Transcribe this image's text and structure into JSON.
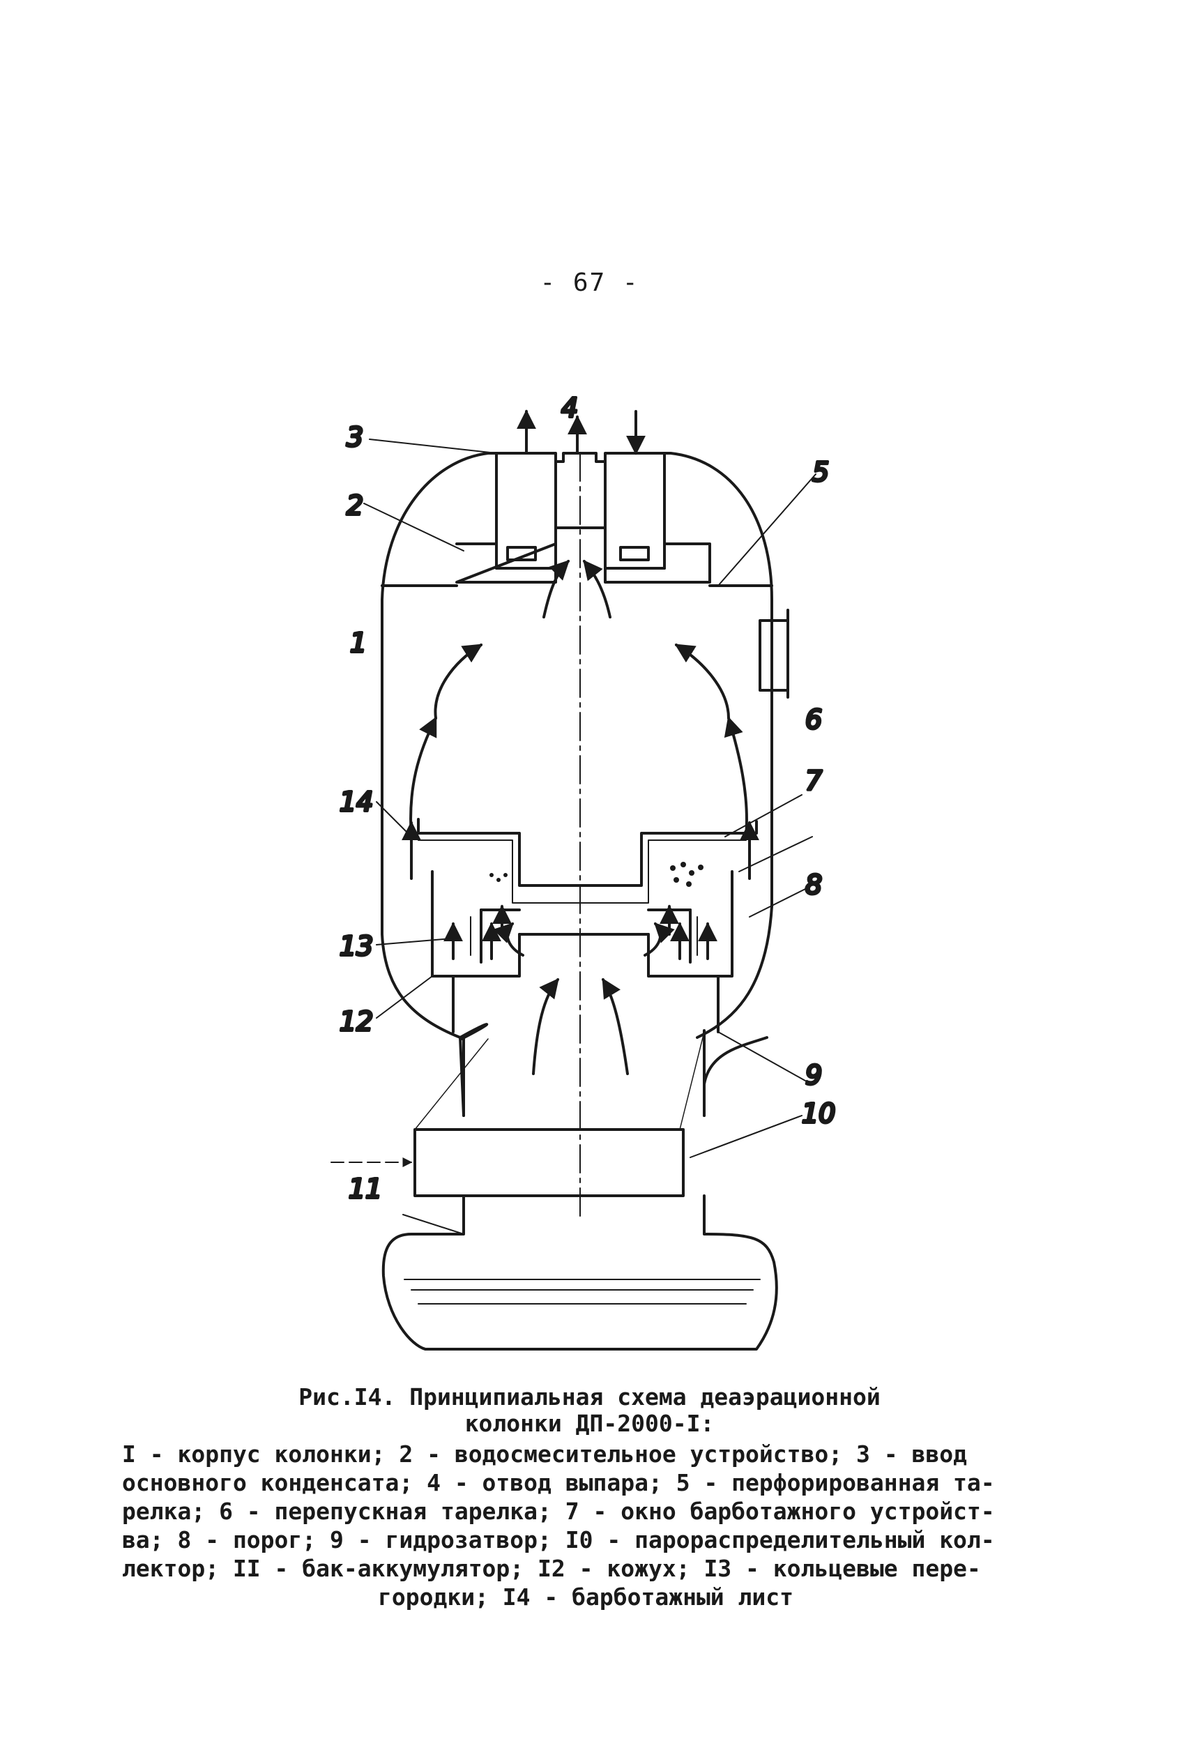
{
  "page_number": "- 67 -",
  "labels": {
    "l1": "1",
    "l2": "2",
    "l3": "3",
    "l4": "4",
    "l5": "5",
    "l6": "6",
    "l7": "7",
    "l8": "8",
    "l9": "9",
    "l10": "10",
    "l11": "11",
    "l12": "12",
    "l13": "13",
    "l14": "14"
  },
  "caption": {
    "line1": "Рис.I4. Принципиальная схема деаэрационной",
    "line2": "колонки ДП-2000-I:"
  },
  "legend_lines": [
    "I - корпус колонки; 2 - водосмесительное устройство; 3 - ввод",
    "основного конденсата; 4 - отвод выпара; 5 - перфорированная та-",
    "релка; 6 - перепускная тарелка; 7 - окно барботажного устройст-",
    "ва; 8 - порог; 9 - гидрозатвор; I0 - парораспределительный кол-",
    "лектор; II - бак-аккумулятор; I2 - кожух; I3 - кольцевые пере-",
    "городки; I4 - барботажный лист"
  ]
}
